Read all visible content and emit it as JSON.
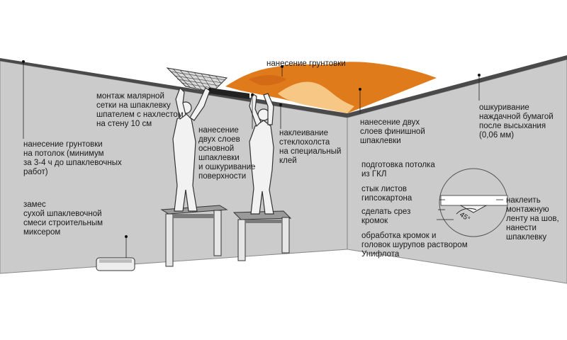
{
  "labels": {
    "primer_ceiling": "нанесение грунтовки",
    "mesh_mounting": "монтаж малярной\nсетки на шпаклевку\nшпателем  с нахлестом\nна стену 10 см",
    "two_base_layers": "нанесение\nдвух слоев\nосновной\nшпаклевки\nи ошкуривание\nповерхности",
    "glass_fabric": "наклеивание\nстеклохолста\nна специальный\nклей",
    "two_finish_layers": "нанесение двух\nслоев финишной\nшпаклевки",
    "sanding": "ошкуривание\nнаждачной бумагой\nпосле высыхания\n(0,06 мм)",
    "primer_wait": "нанесение грунтовки\nна потолок (минимум\nза 3-4 ч до шпаклевочных\nработ)",
    "mixing": "замес\nсухой шпаклевочной\nсмеси строительным\nмиксером",
    "gkl_prep": "подготовка потолка\nиз ГКЛ",
    "joint": "стык листов\nгипсокартона",
    "bevel": "сделать срез\nкромок",
    "edge_treatment": "обработка кромок и\nголовок шурупов раствором\nУнифлота",
    "tape": "наклеить\nмонтажную\nленту на шов,\nнанести\nшпаклевку",
    "angle": "45°"
  },
  "colors": {
    "wall": "#cbcbcb",
    "ceiling_edge": "#4a4a4a",
    "putty_orange": "#e07b1c",
    "putty_light": "#f6c785",
    "worker": "#f2f2f2"
  }
}
